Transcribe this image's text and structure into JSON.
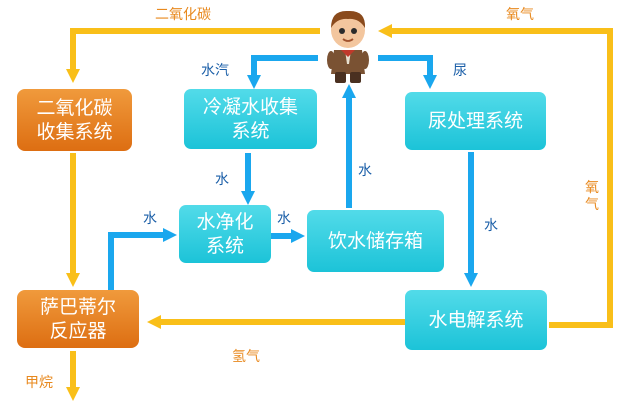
{
  "colors": {
    "water_flow": "#1aa7ee",
    "gas_flow": "#f9bf19",
    "system_box": "#2ccbe0",
    "reactor_box": "#e67e22",
    "gas_label": "#e8891e",
    "water_label": "#1b5fa8"
  },
  "boxes": {
    "co2_collection": [
      "二氧化碳",
      "收集系统"
    ],
    "condensate_collection": [
      "冷凝水收集",
      "系统"
    ],
    "urine_processing": [
      "尿处理系统"
    ],
    "water_purification": [
      "水净化",
      "系统"
    ],
    "drinking_water_tank": [
      "饮水储存箱"
    ],
    "sabatier_reactor": [
      "萨巴蒂尔",
      "反应器"
    ],
    "electrolysis": [
      "水电解系统"
    ]
  },
  "labels": {
    "co2_top": "二氧化碳",
    "oxygen_top": "氧气",
    "oxygen_right": "氧气",
    "water_vapor": "水汽",
    "urine": "尿",
    "water_condensate_down": "水",
    "water_to_purifier": "水",
    "water_purifier_to_tank": "水",
    "water_tank_up": "水",
    "water_urine_down": "水",
    "hydrogen": "氢气",
    "methane": "甲烷"
  },
  "icons": {
    "astronaut": "astronaut-figure-icon"
  }
}
